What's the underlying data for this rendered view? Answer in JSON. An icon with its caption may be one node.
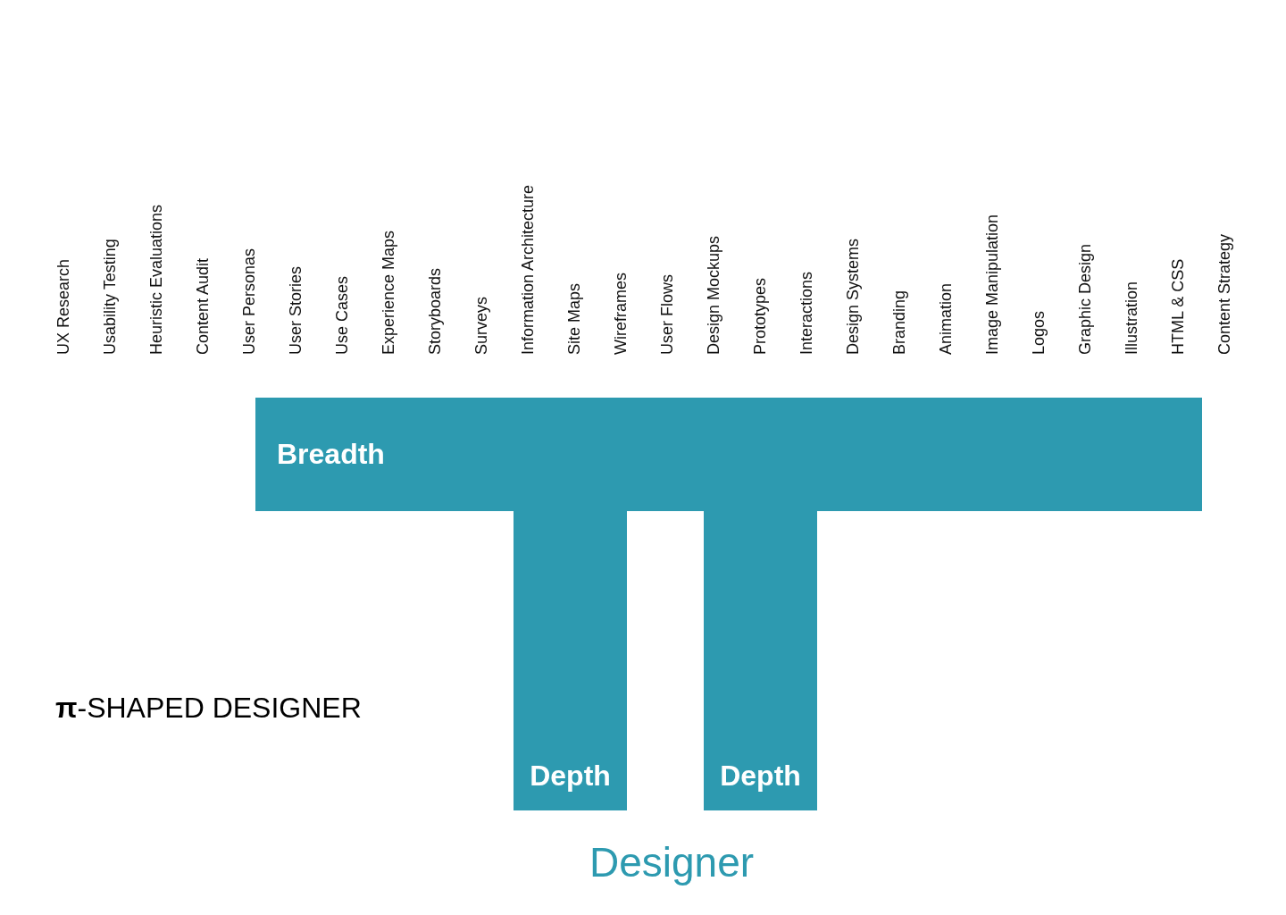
{
  "diagram": {
    "title": "**π**-SHAPED DESIGNER",
    "nodes": [
      {
        "text": [
          "Breadth"
        ]
      },
      {
        "text": [
          "Depth"
        ]
      },
      {
        "text": [
          "Depth"
        ]
      }
    ],
    "edges": [],
    "labels": [
      "UX Research",
      "Usability Testing",
      "Heuristic Evaluations",
      "Content Audit",
      "User Personas",
      "User Stories",
      "Use Cases",
      "Experience Maps",
      "Storyboards",
      "Surveys",
      "Information Architecture",
      "Site Maps",
      "Wireframes",
      "User Flows",
      "Design Mockups",
      "Prototypes",
      "Interactions",
      "Design Systems",
      "Branding",
      "Animation",
      "Image Manipulation",
      "Logos",
      "Graphic Design",
      "Illustration",
      "HTML & CSS",
      "Content Strategy",
      "Designer"
    ]
  }
}
